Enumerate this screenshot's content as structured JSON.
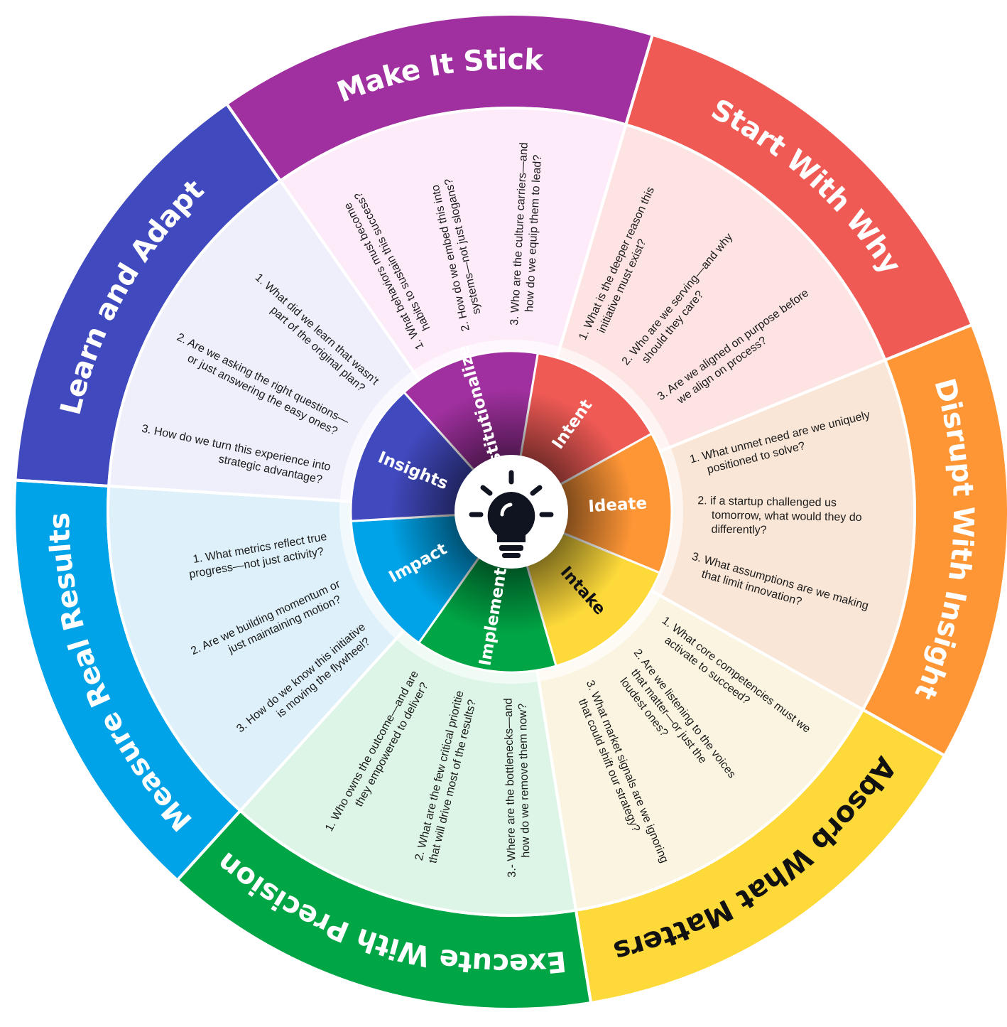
{
  "center": {
    "icon": "lightbulb-icon"
  },
  "segments": [
    {
      "title": "Start With Why",
      "inner_label": "Intent",
      "color": "#F05A55",
      "light": "#FDE4E3",
      "text_color": "#ffffff",
      "inner_text_color": "#ffffff",
      "questions": [
        [
          "1. What is the deeper reason this",
          "initiative must exist?"
        ],
        [
          "2. Who are we serving—and why",
          "should they care?"
        ],
        [
          "3. Are we aligned on purpose before",
          "we align on process?"
        ]
      ]
    },
    {
      "title": "Disrupt With Insight",
      "inner_label": "Ideate",
      "color": "#FF9636",
      "light": "#FAE6D6",
      "text_color": "#ffffff",
      "inner_text_color": "#ffffff",
      "questions": [
        [
          "1. What unmet need are we uniquely",
          "positioned to solve?"
        ],
        [
          "2. if a startup challenged us",
          "tomorrow, what would they do",
          "differently?"
        ],
        [
          "3. What assumptions are we making",
          "that limit innovation?"
        ]
      ]
    },
    {
      "title": "Absorb What Matters",
      "inner_label": "Intake",
      "color": "#FDD93A",
      "light": "#FAF4E1",
      "text_color": "#111111",
      "inner_text_color": "#111111",
      "questions": [
        [
          "1. What core competencies must we",
          "activate to succeed?"
        ],
        [
          "2. Are we listening to the voices",
          "that matter—or just the",
          "loudest ones?"
        ],
        [
          "3. What market signals are we ignoring",
          "that could shift our strategy?"
        ]
      ]
    },
    {
      "title": "Execute With Precision",
      "inner_label": "Implement",
      "color": "#00A545",
      "light": "#DDF5E7",
      "text_color": "#ffffff",
      "inner_text_color": "#ffffff",
      "questions": [
        [
          "1. Who owns the outcome—and are",
          "they empowered to deliver?"
        ],
        [
          "2. What are the few critical prioritie",
          "that will drive most of the results?"
        ],
        [
          "3.- Where are the bottlenecks—and",
          "how do we remove them now?"
        ]
      ]
    },
    {
      "title": "Measure Real Results",
      "inner_label": "Impact",
      "color": "#00A3E8",
      "light": "#DEF0F9",
      "text_color": "#ffffff",
      "inner_text_color": "#ffffff",
      "questions": [
        [
          "1. What metrics reflect true",
          "progress—not just activity?"
        ],
        [
          "2. Are we building momentum or",
          "just maintaining motion?"
        ],
        [
          "3. How do we know this initiative",
          "is moving the flywheel?"
        ]
      ]
    },
    {
      "title": "Learn and Adapt",
      "inner_label": "Insights",
      "color": "#4149BF",
      "light": "#EFEFFC",
      "text_color": "#ffffff",
      "inner_text_color": "#ffffff",
      "questions": [
        [
          "1. What did we learn that wasn't",
          "part of the original plan?"
        ],
        [
          "2. Are we asking the right questions—",
          "or just answering the easy ones?"
        ],
        [
          "3. How do we turn this experience into",
          "strategic advantage?"
        ]
      ]
    },
    {
      "title": "Make It Stick",
      "inner_label": "Institutionalize",
      "color": "#A0309F",
      "light": "#FDEBFA",
      "text_color": "#ffffff",
      "inner_text_color": "#ffffff",
      "questions": [
        [
          "1. What behaviors must become",
          "habits to sustain this success?"
        ],
        [
          "2. How do we embed this into",
          "systems—not just slogans?"
        ],
        [
          "3. Who are the culture carriers—and",
          "how do we equip them to lead?"
        ]
      ]
    }
  ]
}
